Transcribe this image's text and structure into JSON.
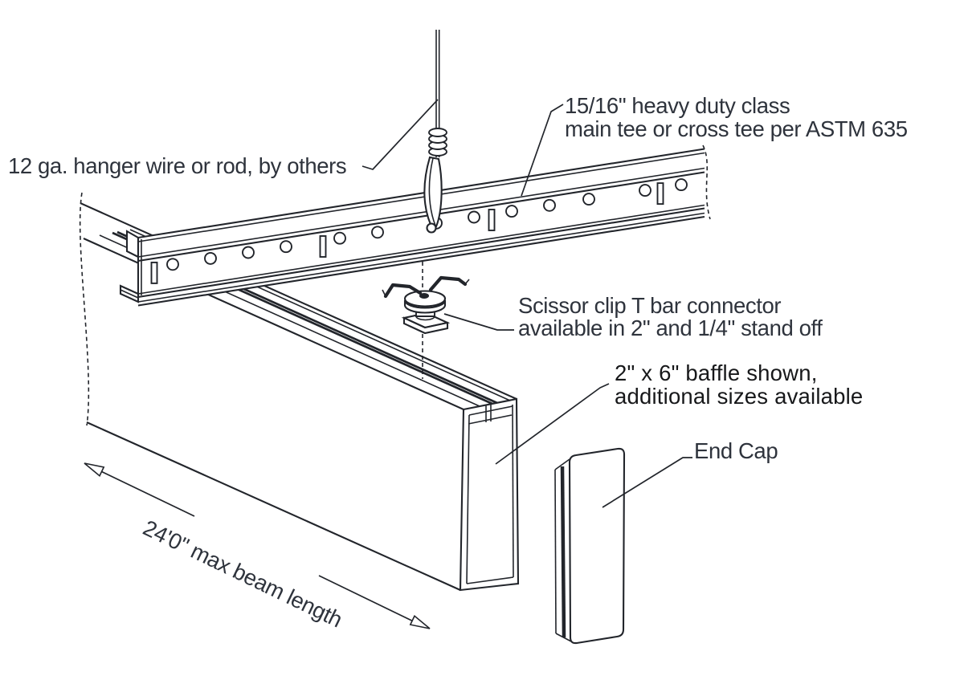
{
  "annotations": {
    "hanger_wire": "12 ga. hanger wire or rod, by others",
    "main_tee": {
      "line1": "15/16\" heavy duty class",
      "line2": "main tee or cross tee per ASTM 635"
    },
    "scissor_clip": {
      "line1": "Scissor clip T bar connector",
      "line2": "available in 2\" and 1/4\" stand off"
    },
    "baffle": {
      "line1": "2\" x 6\" baffle shown,",
      "line2": "additional sizes available"
    },
    "end_cap": "End Cap",
    "beam_length": "24'0\" max beam length"
  },
  "colors": {
    "line": "#22252b",
    "label": "#2e333c",
    "baffle_label": "#17181a",
    "background": "#ffffff"
  }
}
